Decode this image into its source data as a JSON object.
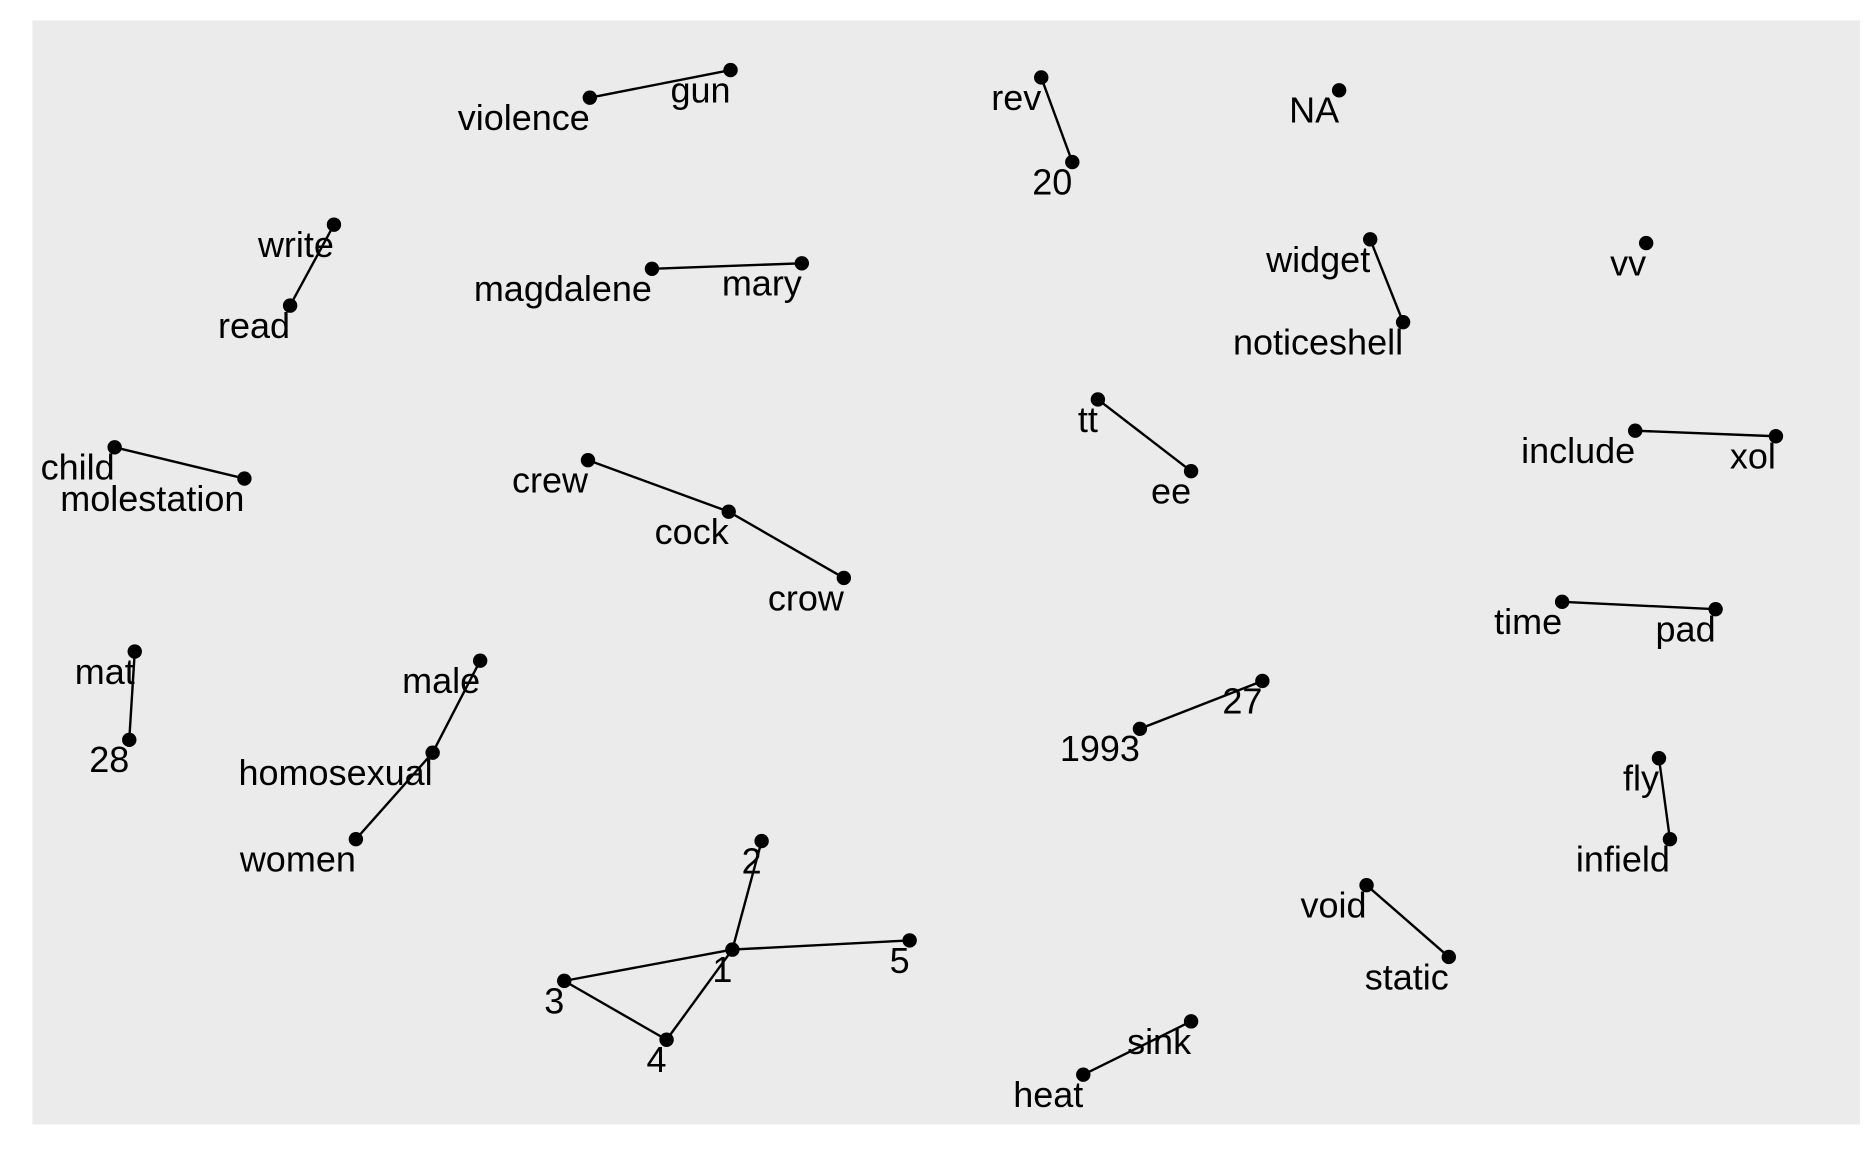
{
  "chart_data": {
    "type": "network",
    "title": "",
    "xlabel": "",
    "ylabel": "",
    "xlim": [
      0,
      10
    ],
    "ylim": [
      0,
      6
    ],
    "grid": false,
    "background": "#ebebeb",
    "node_color": "#000000",
    "edge_color": "#000000",
    "nodes": [
      {
        "label": "violence",
        "x": 3.05,
        "y": 5.58
      },
      {
        "label": "gun",
        "x": 3.82,
        "y": 5.73
      },
      {
        "label": "rev",
        "x": 5.52,
        "y": 5.69
      },
      {
        "label": "20",
        "x": 5.69,
        "y": 5.23
      },
      {
        "label": "NA",
        "x": 7.15,
        "y": 5.62
      },
      {
        "label": "write",
        "x": 1.65,
        "y": 4.89
      },
      {
        "label": "read",
        "x": 1.41,
        "y": 4.45
      },
      {
        "label": "magdalene",
        "x": 3.39,
        "y": 4.65
      },
      {
        "label": "mary",
        "x": 4.21,
        "y": 4.68
      },
      {
        "label": "widget",
        "x": 7.32,
        "y": 4.81
      },
      {
        "label": "noticeshell",
        "x": 7.5,
        "y": 4.36
      },
      {
        "label": "vv",
        "x": 8.83,
        "y": 4.79
      },
      {
        "label": "tt",
        "x": 5.83,
        "y": 3.94
      },
      {
        "label": "ee",
        "x": 6.34,
        "y": 3.55
      },
      {
        "label": "include",
        "x": 8.77,
        "y": 3.77
      },
      {
        "label": "xol",
        "x": 9.54,
        "y": 3.74
      },
      {
        "label": "child",
        "x": 0.45,
        "y": 3.68
      },
      {
        "label": "molestation",
        "x": 1.16,
        "y": 3.51
      },
      {
        "label": "crew",
        "x": 3.04,
        "y": 3.61
      },
      {
        "label": "cock",
        "x": 3.81,
        "y": 3.33
      },
      {
        "label": "crow",
        "x": 4.44,
        "y": 2.97
      },
      {
        "label": "time",
        "x": 8.37,
        "y": 2.84
      },
      {
        "label": "pad",
        "x": 9.21,
        "y": 2.8
      },
      {
        "label": "mat",
        "x": 0.56,
        "y": 2.57
      },
      {
        "label": "28",
        "x": 0.53,
        "y": 2.09
      },
      {
        "label": "male",
        "x": 2.45,
        "y": 2.52
      },
      {
        "label": "homosexual",
        "x": 2.19,
        "y": 2.02
      },
      {
        "label": "women",
        "x": 1.77,
        "y": 1.55
      },
      {
        "label": "1993",
        "x": 6.06,
        "y": 2.15
      },
      {
        "label": "27",
        "x": 6.73,
        "y": 2.41
      },
      {
        "label": "fly",
        "x": 8.9,
        "y": 1.99
      },
      {
        "label": "infield",
        "x": 8.96,
        "y": 1.55
      },
      {
        "label": "2",
        "x": 3.99,
        "y": 1.54
      },
      {
        "label": "1",
        "x": 3.83,
        "y": 0.95
      },
      {
        "label": "5",
        "x": 4.8,
        "y": 1.0
      },
      {
        "label": "3",
        "x": 2.91,
        "y": 0.78
      },
      {
        "label": "4",
        "x": 3.47,
        "y": 0.46
      },
      {
        "label": "void",
        "x": 7.3,
        "y": 1.3
      },
      {
        "label": "static",
        "x": 7.75,
        "y": 0.91
      },
      {
        "label": "sink",
        "x": 6.34,
        "y": 0.56
      },
      {
        "label": "heat",
        "x": 5.75,
        "y": 0.27
      }
    ],
    "edges": [
      [
        "violence",
        "gun"
      ],
      [
        "rev",
        "20"
      ],
      [
        "write",
        "read"
      ],
      [
        "magdalene",
        "mary"
      ],
      [
        "widget",
        "noticeshell"
      ],
      [
        "tt",
        "ee"
      ],
      [
        "include",
        "xol"
      ],
      [
        "child",
        "molestation"
      ],
      [
        "crew",
        "cock"
      ],
      [
        "cock",
        "crow"
      ],
      [
        "time",
        "pad"
      ],
      [
        "mat",
        "28"
      ],
      [
        "male",
        "homosexual"
      ],
      [
        "homosexual",
        "women"
      ],
      [
        "1993",
        "27"
      ],
      [
        "fly",
        "infield"
      ],
      [
        "2",
        "1"
      ],
      [
        "1",
        "5"
      ],
      [
        "1",
        "3"
      ],
      [
        "1",
        "4"
      ],
      [
        "3",
        "4"
      ],
      [
        "void",
        "static"
      ],
      [
        "sink",
        "heat"
      ]
    ]
  }
}
